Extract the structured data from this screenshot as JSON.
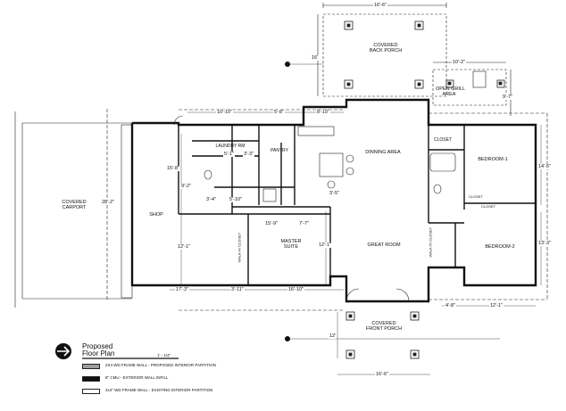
{
  "rooms": {
    "covered_back_porch": "COVERED\nBACK PORCH",
    "open_grill_area": "OPEN GRILL\nAREA",
    "laundry": "LAUNDRY RM",
    "pantry": "PANTRY",
    "dining_area": "DINNING AREA",
    "closet_right": "CLOSET",
    "bedroom_1": "BEDROOM-1",
    "covered_carport": "COVERED\nCARPORT",
    "shop": "SHOP",
    "walk_in_closet": "WALK-IN CLOSET",
    "master_suite": "MASTER\nSUITE",
    "great_room": "GREAT ROOM",
    "walk_in_closet_2": "WALK-IN CLOSET",
    "bedroom_2": "BEDROOM-2",
    "covered_front_porch": "COVERED\nFRONT PORCH",
    "closet_small_1": "CLOSET",
    "closet_small_2": "CLOSET"
  },
  "dimensions": {
    "back_porch_width": "16'-6\"",
    "back_porch_depth": "16'",
    "grill_width": "10'-2\"",
    "grill_depth": "9'-7\"",
    "top_a": "10'-10\"",
    "top_b": "5'-8\"",
    "top_c": "8'-10\"",
    "carport_depth": "28'-2\"",
    "shop_depth_upper": "15'-8\"",
    "shop_inner": "9'-2\"",
    "shop_depth_lower": "12'-1\"",
    "bath_a": "5'-1\"",
    "bath_b": "3'-3\"",
    "bath_c": "3'-4\"",
    "bath_d": "5'-10\"",
    "hall_a": "3'-5\"",
    "hall_b": "15'-9\"",
    "hall_c": "7'-7\"",
    "master_depth": "12'-1\"",
    "bed1_depth": "14'-5\"",
    "bed2_depth": "13'-3\"",
    "bottom_a": "17'-3\"",
    "bottom_b": "3'-11\"",
    "bottom_c": "16'-10\"",
    "bottom_d": "4'-8\"",
    "bottom_e": "12'-1\"",
    "front_porch_width": "16'-6\"",
    "front_porch_depth": "12'"
  },
  "legend": {
    "title_line1": "Proposed",
    "title_line2": "Floor Plan",
    "scale": "1' - 1/4\"",
    "item1": "2X4 WD FRAME WALL - PROPOSED INTERIOR PARTITION",
    "item2": "8\" CMU - EXTERIOR WALL INFILL",
    "item3": "2x4\" WD FRAME WALL - EXISTING INTERIOR PARTITION",
    "swatch1_color": "#9e9e9e",
    "swatch2_color": "#111111",
    "swatch3_color": "#ffffff"
  }
}
